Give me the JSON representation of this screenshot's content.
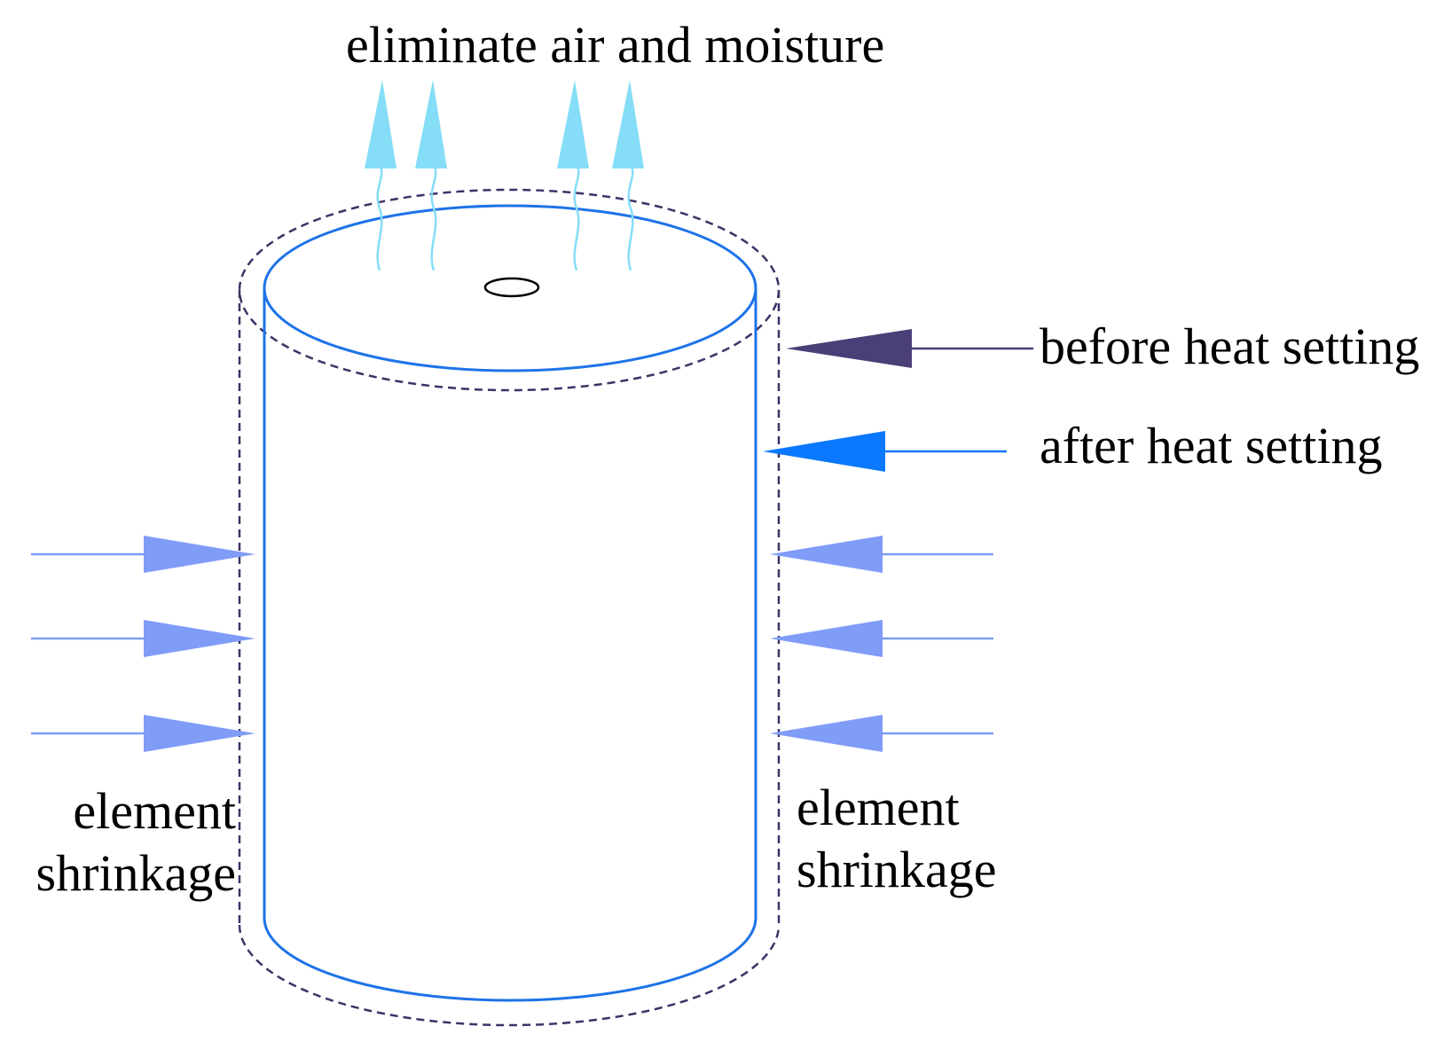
{
  "labels": {
    "top": "eliminate air and moisture",
    "before": "before heat setting",
    "after": "after heat setting",
    "left_line1": "element",
    "left_line2": "shrinkage",
    "right_line1": "element",
    "right_line2": "shrinkage"
  },
  "colors": {
    "before_outline": "#3d3366",
    "before_arrow": "#4b3f78",
    "after_outline": "#1e73e8",
    "after_arrow": "#0a78ff",
    "shrink_arrow": "#7f9cf7",
    "vapor_arrow": "#86ddf7",
    "vent_hole": "#000000"
  },
  "icons": {
    "vapor": "arrow-up-icon",
    "shrink_left": "arrow-right-icon",
    "shrink_right": "arrow-left-icon",
    "pointer": "arrow-left-icon"
  }
}
